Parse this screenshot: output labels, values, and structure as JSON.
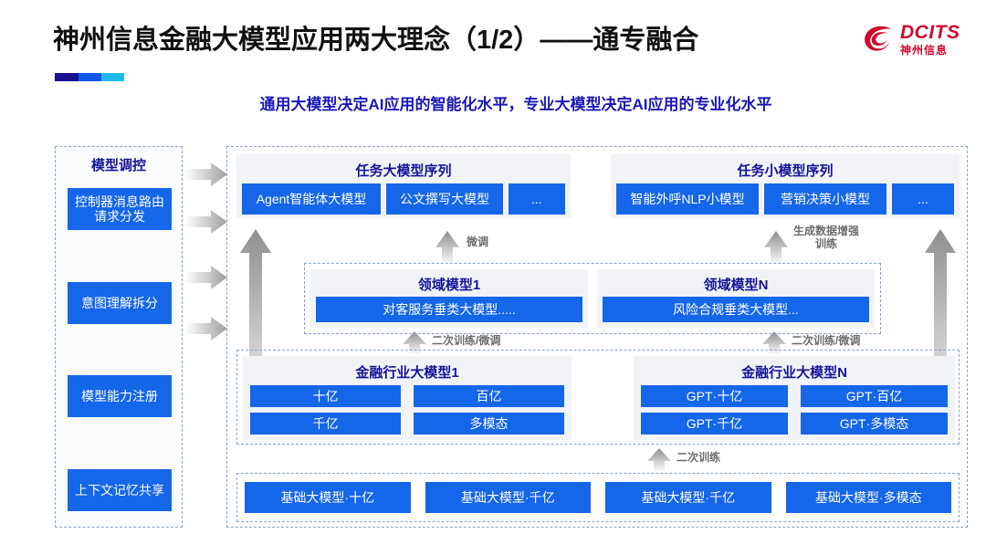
{
  "header": {
    "title": "神州信息金融大模型应用两大理念（1/2）——通专融合",
    "subtitle": "通用大模型决定AI应用的智能化水平，专业大模型决定AI应用的专业化水平",
    "accent_colors": [
      "#1a0f8c",
      "#1059e8",
      "#22baee"
    ],
    "logo": {
      "en": "DCITS",
      "cn": "神州信息",
      "color": "#cf0a2c"
    }
  },
  "colors": {
    "blue_box": "#1566e8",
    "panel_title": "#141499",
    "dashed_border": "#8aa3cf",
    "arrow_gray": "#9a9a9a"
  },
  "sidebar": {
    "title": "模型调控",
    "items": [
      {
        "label": "控制器消息路由请求分发"
      },
      {
        "label": "意图理解拆分"
      },
      {
        "label": "模型能力注册"
      },
      {
        "label": "上下文记忆共享"
      }
    ]
  },
  "task_layer": {
    "left": {
      "title": "任务大模型序列",
      "items": [
        "Agent智能体大模型",
        "公文撰写大模型",
        "..."
      ]
    },
    "right": {
      "title": "任务小模型序列",
      "items": [
        "智能外呼NLP小模型",
        "营销决策小模型",
        "..."
      ]
    }
  },
  "domain_layer": {
    "left": {
      "title": "领域模型1",
      "item": "对客服务垂类大模型....."
    },
    "right": {
      "title": "领域模型N",
      "item": "风险合规垂类大模型..."
    }
  },
  "industry_layer": {
    "left": {
      "title": "金融行业大模型1",
      "items": [
        "十亿",
        "百亿",
        "千亿",
        "多模态"
      ]
    },
    "right": {
      "title": "金融行业大模型N",
      "items": [
        "GPT·十亿",
        "GPT·百亿",
        "GPT·千亿",
        "GPT·多模态"
      ]
    }
  },
  "base_layer": {
    "items": [
      "基础大模型·十亿",
      "基础大模型·千亿",
      "基础大模型·千亿",
      "基础大模型·多模态"
    ]
  },
  "arrow_labels": {
    "fine_tune": "微调",
    "gen_data_aug": "生成数据增强\n训练",
    "gen_data_aug_line1": "生成数据增强",
    "gen_data_aug_line2": "训练",
    "second_train_fine_tune_left": "二次训练/微调",
    "second_train_fine_tune_right": "二次训练/微调",
    "second_train": "二次训练"
  }
}
